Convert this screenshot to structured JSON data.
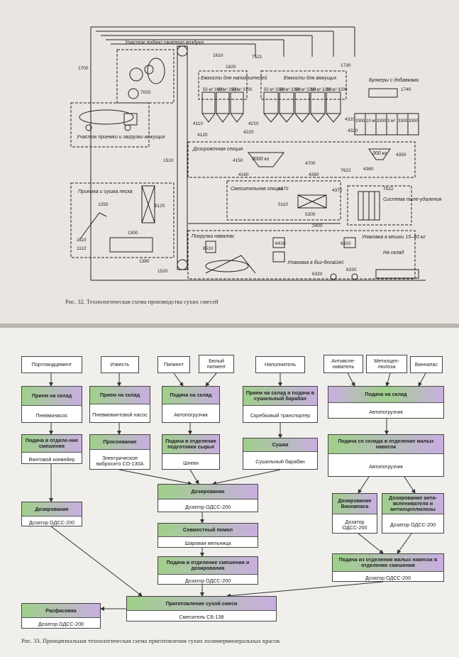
{
  "figure32": {
    "caption": "Рис. 32. Технологическая схема производства сухих смесей",
    "labels": {
      "compressed_air": "Участок подачи сжатого воздуха",
      "receiving_binders": "Участок приемки и загрузки вяжущих",
      "sand_drying": "Приемка и сушка песка",
      "filler_tanks": "Емкости для наполнителей",
      "binder_tanks": "Емкости для вяжущих",
      "additive_bunkers": "Бункеры с добавками",
      "dosing_section": "Дозировочная секция",
      "mixing_section": "Смесительная секция",
      "dust_removal": "Система пыле-удаления",
      "bulk_loading": "Погрузка навалом",
      "bag_packing": "Упаковка в мешки 15–40 кг",
      "to_warehouse": "На склад",
      "bigbag_packing": "Упаковка в биг-беги",
      "dose_3000": "3000 кг",
      "dose_300": "300 кг"
    },
    "tank_labels": {
      "filler": [
        "50 м³ 3100",
        "50 м³ 3100",
        "50 м³ 3100"
      ],
      "binder": [
        "50 м³ 3200",
        "50 м³ 3200",
        "50 м³ 3200",
        "50 м³ 3200",
        "50 м³ 3200"
      ],
      "additive": [
        "3300",
        "10 м³",
        "3300",
        "3 м³",
        "3300",
        "3300"
      ]
    },
    "numbers": [
      "1700",
      "7020",
      "1610",
      "1620",
      "7521",
      "1730",
      "1740",
      "4110",
      "4120",
      "4210",
      "4220",
      "4310",
      "4320",
      "1510",
      "4150",
      "4160",
      "4700",
      "4260",
      "7622",
      "4360",
      "4350",
      "9120",
      "1250",
      "1110",
      "1112",
      "1300",
      "1380",
      "1520",
      "4170",
      "4370",
      "5110",
      "5300",
      "7522",
      "2400",
      "6510",
      "6410",
      "6310",
      "6340",
      "6330",
      "6320"
    ]
  },
  "figure33": {
    "caption": "Рис. 33. Принципиальная технологическая схема приготовления сухих полимерминеральных красок",
    "sources": {
      "portland": "Портландцемент",
      "lime": "Известь",
      "pigment": "Пигмент",
      "white_pigment": "Белый пигмент",
      "filler": "Наполнитель",
      "antifoam": "Антивспе-ниватель",
      "methylcellulose": "Метилцел-люлоза",
      "vinnapas": "Виннапас"
    },
    "steps": {
      "s1": {
        "title": "Прием на склад",
        "equip": "Пневмонасос"
      },
      "s2": {
        "title": "Прием на склад",
        "equip": "Пневмовинтовой насос"
      },
      "s3": {
        "title": "Подача на склад",
        "equip": "Автопогрузчик"
      },
      "s4": {
        "title": "Прием на склад и подача в сушильный барабан",
        "equip": "Скребковый транспортер"
      },
      "s5": {
        "title": "Подача на склад",
        "equip": "Автопогрузчик"
      },
      "s6": {
        "title": "Подача в отделе-ние смешения",
        "equip": "Винтовой конвейер"
      },
      "s7": {
        "title": "Просеивание",
        "equip": "Электрическое вибросито СО-130А"
      },
      "s8": {
        "title": "Подача в отделение подготовки сырья",
        "equip": "Шнеки"
      },
      "s9": {
        "title": "Сушка",
        "equip": "Сушильный барабан"
      },
      "s10": {
        "title": "Подача со склада в отделение малых навесок",
        "equip": "Автопогрузчик"
      },
      "s11": {
        "title": "Дозирование",
        "equip": "Дозатор ОДСС-200"
      },
      "s12": {
        "title": "Дозирование",
        "equip": "Дозатор ОДСС-200"
      },
      "s13": {
        "title": "Дозирование Виннапаса",
        "equip": "Дозатор ОДСС-200"
      },
      "s14": {
        "title": "Дозирование анти-вспенивателя и метилцеллюлозы",
        "equip": "Дозатор ОДСС-200"
      },
      "s15": {
        "title": "Совместный помол",
        "equip": "Шаровая мельница"
      },
      "s16": {
        "title": "Подача в отделение смешения и дозирования",
        "equip": "Дозатор ОДСС-200"
      },
      "s17": {
        "title": "Подача из отделения малых навесок в отделение смешения",
        "equip": "Дозатор ОДСС-200"
      },
      "s18": {
        "title": "Приготовление сухой смеси",
        "equip": "Смеситель СБ-138"
      },
      "s19": {
        "title": "Расфасовка",
        "equip": "Дозатор ОДСС-200"
      }
    },
    "colors": {
      "green": "#9fd08a",
      "purple": "#c9aee0",
      "white": "#ffffff"
    }
  }
}
